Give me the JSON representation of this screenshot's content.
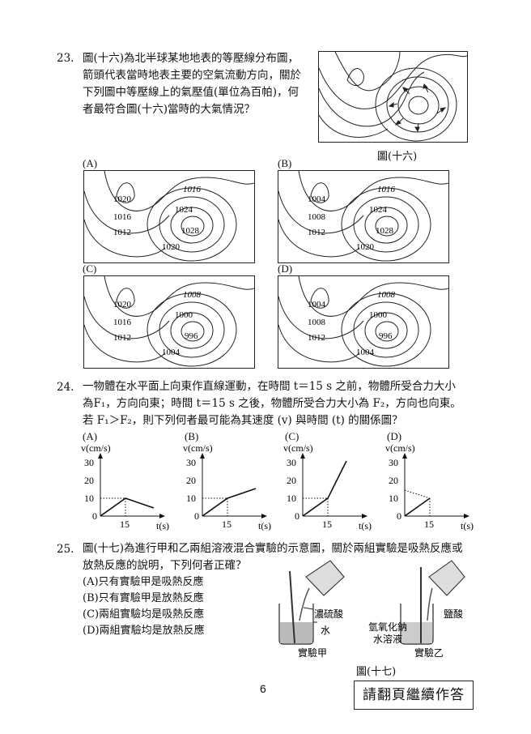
{
  "q23": {
    "number": "23.",
    "lines": [
      "圖(十六)為北半球某地地表的等壓線分布圖，",
      "箭頭代表當時地表主要的空氣流動方向，關於",
      "下列圖中等壓線上的氣壓值(單位為百帕)，何",
      "者最符合圖(十六)當時的大氣情況？"
    ],
    "fig_caption": "圖(十六)",
    "options": [
      {
        "label": "(A)",
        "values": [
          "1020",
          "1016",
          "1012",
          "1016",
          "1024",
          "1028",
          "1020"
        ]
      },
      {
        "label": "(B)",
        "values": [
          "1004",
          "1008",
          "1012",
          "1016",
          "1024",
          "1028",
          "1020"
        ]
      },
      {
        "label": "(C)",
        "values": [
          "1020",
          "1016",
          "1012",
          "1008",
          "1000",
          "996",
          "1004"
        ]
      },
      {
        "label": "(D)",
        "values": [
          "1004",
          "1008",
          "1012",
          "1008",
          "1000",
          "996",
          "1004"
        ]
      }
    ]
  },
  "q24": {
    "number": "24.",
    "line1": "一物體在水平面上向東作直線運動，在時間 t＝15 s 之前，物體所受合力大小",
    "line2": "為F₁，方向向東；時間 t＝15 s 之後，物體所受合力大小為 F₂，方向也向東。",
    "line3": "若 F₁＞F₂，則下列何者最可能為其速度 (v) 與時間 (t) 的關係圖？",
    "graphs": [
      {
        "label": "(A)",
        "ylabel": "v(cm/s)",
        "xlabel": "t(s)",
        "yticks": [
          "30",
          "20",
          "10",
          "0"
        ],
        "xtick": "15"
      },
      {
        "label": "(B)",
        "ylabel": "v(cm/s)",
        "xlabel": "t(s)",
        "yticks": [
          "30",
          "20",
          "10",
          "0"
        ],
        "xtick": "15"
      },
      {
        "label": "(C)",
        "ylabel": "v(cm/s)",
        "xlabel": "t(s)",
        "yticks": [
          "30",
          "20",
          "10",
          "0"
        ],
        "xtick": "15"
      },
      {
        "label": "(D)",
        "ylabel": "v(cm/s)",
        "xlabel": "t(s)",
        "yticks": [
          "30",
          "20",
          "10",
          "0"
        ],
        "xtick": "15"
      }
    ]
  },
  "q25": {
    "number": "25.",
    "line1": "圖(十七)為進行甲和乙兩組溶液混合實驗的示意圖，關於兩組實驗是吸熱反應或",
    "line2": "放熱反應的說明，下列何者正確？",
    "options": [
      "(A)只有實驗甲是吸熱反應",
      "(B)只有實驗甲是放熱反應",
      "(C)兩組實驗均是吸熱反應",
      "(D)兩組實驗均是放熱反應"
    ],
    "exp1": {
      "acid": "濃硫酸",
      "water": "水",
      "name": "實驗甲"
    },
    "exp2": {
      "acid": "鹽酸",
      "base1": "氫氧化鈉",
      "base2": "水溶液",
      "name": "實驗乙"
    },
    "fig_caption": "圖(十七)"
  },
  "page_number": "6",
  "footer": "請翻頁繼續作答"
}
